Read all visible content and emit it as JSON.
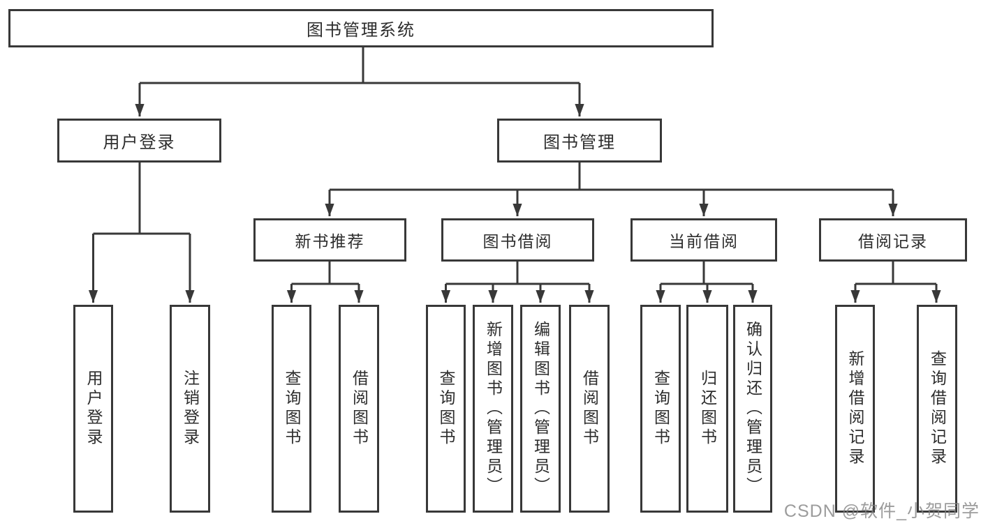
{
  "colors": {
    "line": "#383838",
    "box_border": "#383838",
    "text": "#2d2d2d",
    "background": "#ffffff",
    "watermark": "#a3a3a3"
  },
  "tree": {
    "root": {
      "label": "图书管理系统",
      "children": [
        {
          "label": "用户登录",
          "children": [
            {
              "label": "用户登录"
            },
            {
              "label": "注销登录"
            }
          ]
        },
        {
          "label": "图书管理",
          "children": [
            {
              "label": "新书推荐",
              "children": [
                {
                  "label": "查询图书"
                },
                {
                  "label": "借阅图书"
                }
              ]
            },
            {
              "label": "图书借阅",
              "children": [
                {
                  "label": "查询图书"
                },
                {
                  "label": "新增图书（管理员）"
                },
                {
                  "label": "编辑图书（管理员）"
                },
                {
                  "label": "借阅图书"
                }
              ]
            },
            {
              "label": "当前借阅",
              "children": [
                {
                  "label": "查询图书"
                },
                {
                  "label": "归还图书"
                },
                {
                  "label": "确认归还（管理员）"
                }
              ]
            },
            {
              "label": "借阅记录",
              "children": [
                {
                  "label": "新增借阅记录"
                },
                {
                  "label": "查询借阅记录"
                }
              ]
            }
          ]
        }
      ]
    }
  },
  "watermark": {
    "text": "CSDN @软件_小贺同学"
  }
}
